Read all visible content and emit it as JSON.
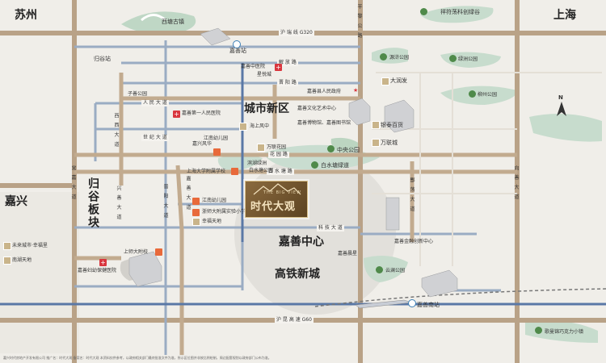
{
  "cities": {
    "suzhou": "苏州",
    "shanghai": "上海",
    "jiaxing": "嘉兴"
  },
  "districts": {
    "new_city": "城市新区",
    "center": "嘉善中心",
    "hsr": "高铁新城",
    "guigu_1": "归谷",
    "guigu_2": "板块"
  },
  "roads": {
    "g320": "沪 瑞 线  G320",
    "g60": "沪 昆 高 速  G60",
    "jiefang": "解 放 路",
    "tiyu": "晋 阳 路",
    "renmin": "人 民 大 道",
    "shiji": "世 纪 大 道",
    "baishui": "白 水 塘 路",
    "keji": "科 技 大 道",
    "huayuan": "花 园 路",
    "xixi": "西 西 大 道",
    "xingchen": "兴 善 大 道",
    "jiashan": "嘉 善 大 道",
    "changjia": "常 嘉 大 道",
    "shiji_r": "向 善 大 道",
    "jinda": "晋 阳 大 道",
    "lingbo": "酆 荡 大 道",
    "pingxing": "平 黎 公 路"
  },
  "pois": {
    "xitang": "西塘古镇",
    "xiangzhu": "祥符荡科创绿谷",
    "jiashan_station": "嘉善站",
    "guigu_station": "归谷站",
    "tcm": "嘉善中医院",
    "xingyue": "星悦城",
    "gov": "嘉善县人民政府",
    "ziqiao": "子善公园",
    "no1_hospital": "嘉善第一人民医院",
    "art": "嘉善文化艺术中心",
    "museum": "嘉善博物馆、嘉善图书馆",
    "haishang": "海上风中",
    "jiaxing_ts": "嘉兴风华",
    "kindergarten": "江南幼儿园",
    "wanjia": "万联花园",
    "central_park": "中央公园",
    "baishui_green": "白水塘绿道",
    "baishui_park": "白水塘公园",
    "binhu_green": "滨湖绿洲",
    "shanghai_univ": "上海大学附属学校",
    "jiangnan_kg": "江南幼儿园",
    "zhida": "浙师大附属实验小学",
    "xingfu": "幸福天地",
    "yintai": "银泰百货",
    "wanlian": "万联城",
    "runhua": "大润发",
    "yuanhe": "源浒公园",
    "lvhe": "绿洲公园",
    "liuhe": "柳州公园",
    "shangshi": "上师大附校",
    "women": "嘉善妇幼保健医院",
    "finance": "嘉善金融创新中心",
    "yunlan": "云澜公园",
    "jiashan_south": "嘉善南站",
    "gewang": "歌曼锦巧克力小镇",
    "future": "未来城市·幸福里",
    "nanhu": "南湖天地",
    "jiashan_jinhua": "嘉善晨星"
  },
  "project": {
    "name": "时代大观",
    "en": "THE BIG VIEW"
  },
  "compass": {
    "n": "N"
  },
  "disclaimer": "嘉兴时代房地产开发有限公司 推广名：时代大观 备案名：时代大观 本资料仅供参考，以政府相关部门最终批准文件为准，所示区位图并非按比例绘制，周边配套规划以政府部门公布为准。"
}
